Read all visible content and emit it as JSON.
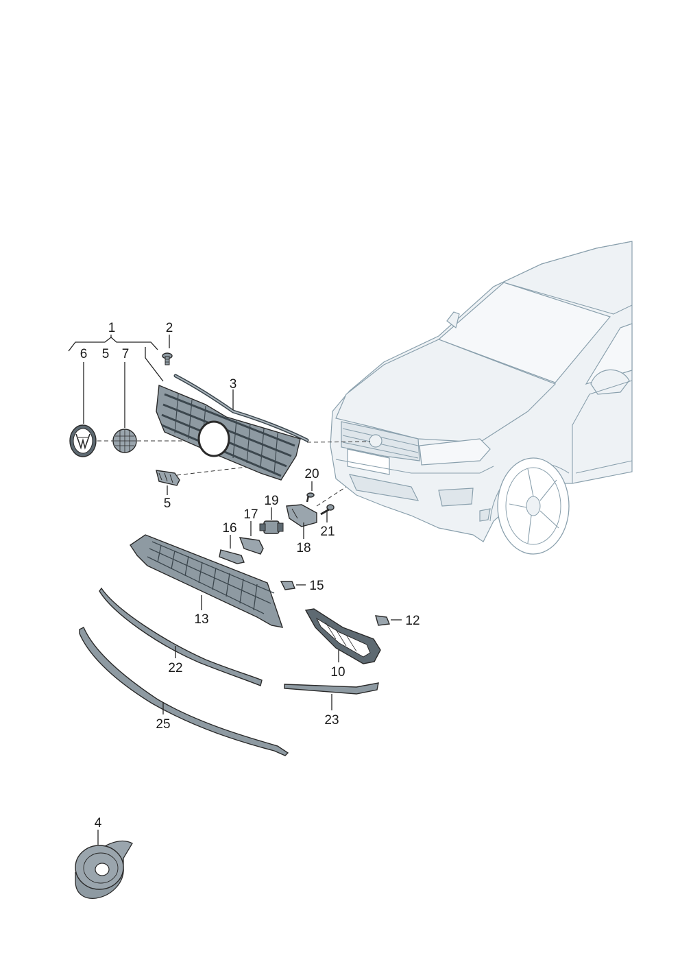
{
  "colors": {
    "car_fill": "#eef2f5",
    "car_stroke": "#8aa0ad",
    "part_fill": "#8e9aa2",
    "part_dark": "#3c474e",
    "callout_text": "#1a1a1a"
  },
  "callouts": {
    "c1": "1",
    "c2": "2",
    "c3": "3",
    "c4": "4",
    "c5a": "5",
    "c5b": "5",
    "c6": "6",
    "c7": "7",
    "c10": "10",
    "c12": "12",
    "c13": "13",
    "c15": "15",
    "c16": "16",
    "c17": "17",
    "c18": "18",
    "c19": "19",
    "c20": "20",
    "c21": "21",
    "c22": "22",
    "c23": "23",
    "c25": "25"
  }
}
